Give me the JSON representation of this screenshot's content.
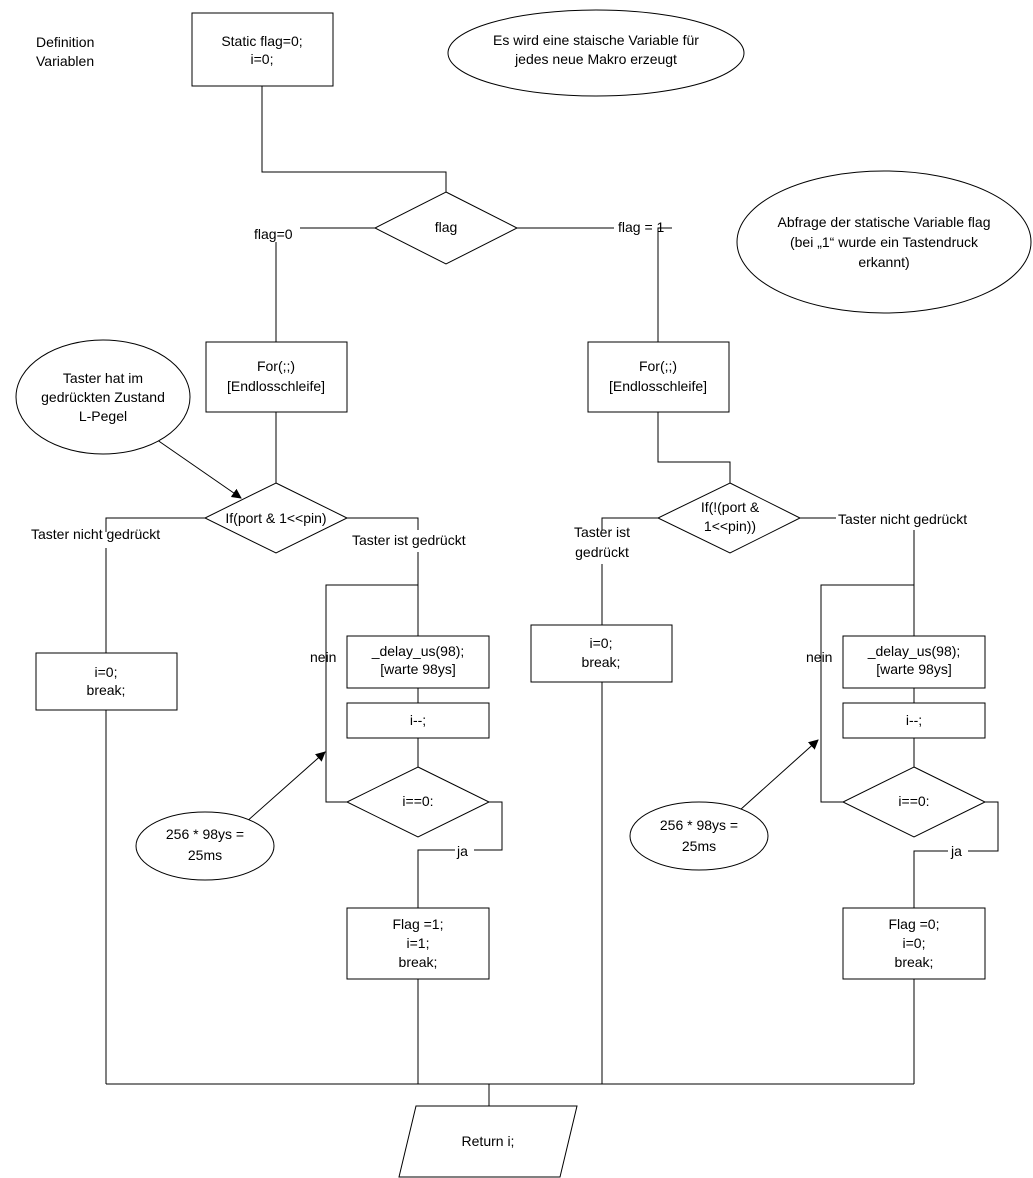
{
  "labels": {
    "definition": [
      "Definition",
      "Variablen"
    ],
    "flag_zero": "flag=0",
    "flag_one": "flag = 1",
    "taster_nicht_left": "Taster nicht gedrückt",
    "taster_ist_left": "Taster ist gedrückt",
    "taster_ist_right": [
      "Taster ist",
      "gedrückt"
    ],
    "taster_nicht_right": "Taster nicht gedrückt",
    "nein": "nein",
    "ja": "ja"
  },
  "comments": {
    "static_var": [
      "Es wird eine staische Variable für",
      "jedes neue Makro erzeugt"
    ],
    "flag_query": [
      "Abfrage der statische Variable flag",
      "(bei „1“ wurde ein Tastendruck",
      "erkannt)"
    ],
    "taster_low": [
      "Taster hat im",
      "gedrückten Zustand",
      "L-Pegel"
    ],
    "timing_left": [
      "256 * 98ys =",
      "25ms"
    ],
    "timing_right": [
      "256 * 98ys =",
      "25ms"
    ]
  },
  "boxes": {
    "init": [
      "Static flag=0;",
      "i=0;"
    ],
    "for_left": [
      "For(;;)",
      "[Endlosschleife]"
    ],
    "for_right": [
      "For(;;)",
      "[Endlosschleife]"
    ],
    "break_left": [
      "i=0;",
      "break;"
    ],
    "break_right": [
      "i=0;",
      "break;"
    ],
    "delay_left": [
      "_delay_us(98);",
      "[warte 98ys]"
    ],
    "delay_right": [
      "_delay_us(98);",
      "[warte 98ys]"
    ],
    "dec_left": [
      "i--;"
    ],
    "dec_right": [
      "i--;"
    ],
    "set_left": [
      "Flag =1;",
      "i=1;",
      "break;"
    ],
    "set_right": [
      "Flag =0;",
      "i=0;",
      "break;"
    ]
  },
  "decisions": {
    "flag": [
      "flag"
    ],
    "if_left": [
      "If(port & 1<<pin)"
    ],
    "if_right": [
      "If(!(port &",
      "1<<pin))"
    ],
    "cmp_left": [
      "i==0:"
    ],
    "cmp_right": [
      "i==0:"
    ]
  },
  "terminal": {
    "return": [
      "Return i;"
    ]
  }
}
